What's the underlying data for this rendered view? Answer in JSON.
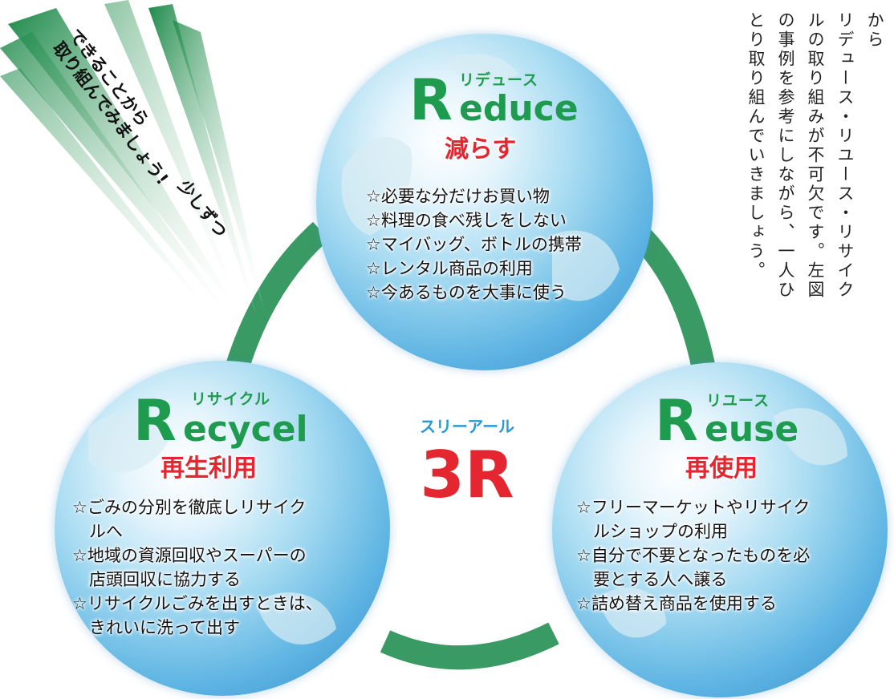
{
  "vertical_text": {
    "col1_cut": "から",
    "col2": "リデュース・リユース・リサイク",
    "col3": "ルの取り組みが不可欠です。左図",
    "col4": "の事例を参考にしながら、一人ひ",
    "col5": "とり取り組んでいきましょう。"
  },
  "slogan": {
    "line1": "できることから",
    "line2": "取り組んでみましょう!",
    "line3": "少しずつ"
  },
  "center": {
    "kana": "スリーアール",
    "title": "3R"
  },
  "reduce": {
    "letter": "R",
    "rest": "educe",
    "kana": "リデュース",
    "meaning": "減らす",
    "items": [
      "☆必要な分だけお買い物",
      "☆料理の食べ残しをしない",
      "☆マイバッグ、ボトルの携帯",
      "☆レンタル商品の利用",
      "☆今あるものを大事に使う"
    ]
  },
  "recycle": {
    "letter": "R",
    "rest": "ecycel",
    "kana": "リサイクル",
    "meaning": "再生利用",
    "items": [
      "☆ごみの分別を徹底しリサイク",
      "　ルへ",
      "☆地域の資源回収やスーパーの",
      "　店頭回収に協力する",
      "☆リサイクルごみを出すときは、",
      "　きれいに洗って出す"
    ]
  },
  "reuse": {
    "letter": "R",
    "rest": "euse",
    "kana": "リユース",
    "meaning": "再使用",
    "items": [
      "☆フリーマーケットやリサイク",
      "　ルショップの利用",
      "☆自分で不要となったものを必",
      "　要とする人へ譲る",
      "☆詰め替え商品を使用する"
    ]
  },
  "colors": {
    "green": "#1f9b4f",
    "red": "#e3262f",
    "blue": "#2a9ad6",
    "arc": "#3a9a63"
  }
}
